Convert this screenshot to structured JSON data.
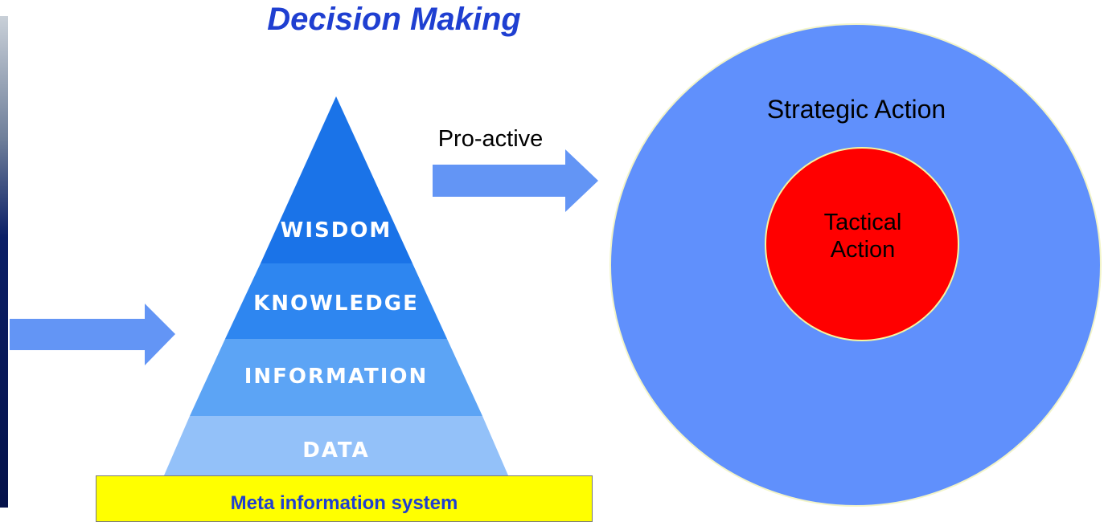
{
  "title": "Decision Making",
  "pyramid": {
    "tiers": [
      {
        "label": "WISDOM",
        "color": "#1a73e8"
      },
      {
        "label": "KNOWLEDGE",
        "color": "#2e86f0"
      },
      {
        "label": "INFORMATION",
        "color": "#5ca4f5"
      },
      {
        "label": "DATA",
        "color": "#93c1f9"
      }
    ]
  },
  "base_box": {
    "label": "Meta information system",
    "fill": "#ffff00",
    "text_color": "#1f3fd1"
  },
  "arrow_label": "Pro-active",
  "outer_circle": {
    "label": "Strategic Action",
    "fill": "#6090fc"
  },
  "inner_circle": {
    "label": "Tactical\nAction",
    "fill": "#ff0000"
  },
  "colors": {
    "title": "#1f3fd1",
    "arrow": "#6395f5",
    "left_edge_image": "#0b1f66"
  }
}
